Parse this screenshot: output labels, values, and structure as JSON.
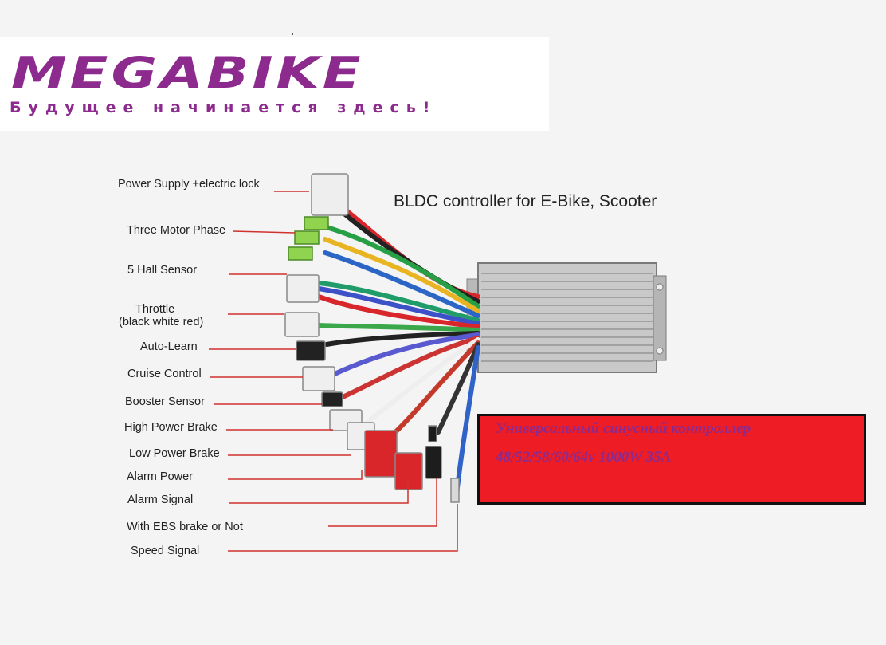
{
  "logo": {
    "brand": "MEGABIKE",
    "tagline": "Будущее начинается здесь!"
  },
  "diagram": {
    "title": "BLDC controller for E-Bike, Scooter",
    "labels": [
      "Power Supply +electric lock",
      "Three Motor Phase",
      "5 Hall Sensor",
      "Throttle",
      "(black white red)",
      "Auto-Learn",
      "Cruise Control",
      "Booster Sensor",
      "High Power Brake",
      "Low Power Brake",
      "Alarm Power",
      "Alarm Signal",
      "With EBS brake or Not",
      "Speed Signal"
    ]
  },
  "promo": {
    "line1": "Универсальный синусный контроллер",
    "line2": "48/52/58/60/64v 1000W 35A"
  },
  "colors": {
    "brand": "#8c2a8e",
    "promo_bg": "#ee1c24",
    "leader": "#d0322e"
  }
}
